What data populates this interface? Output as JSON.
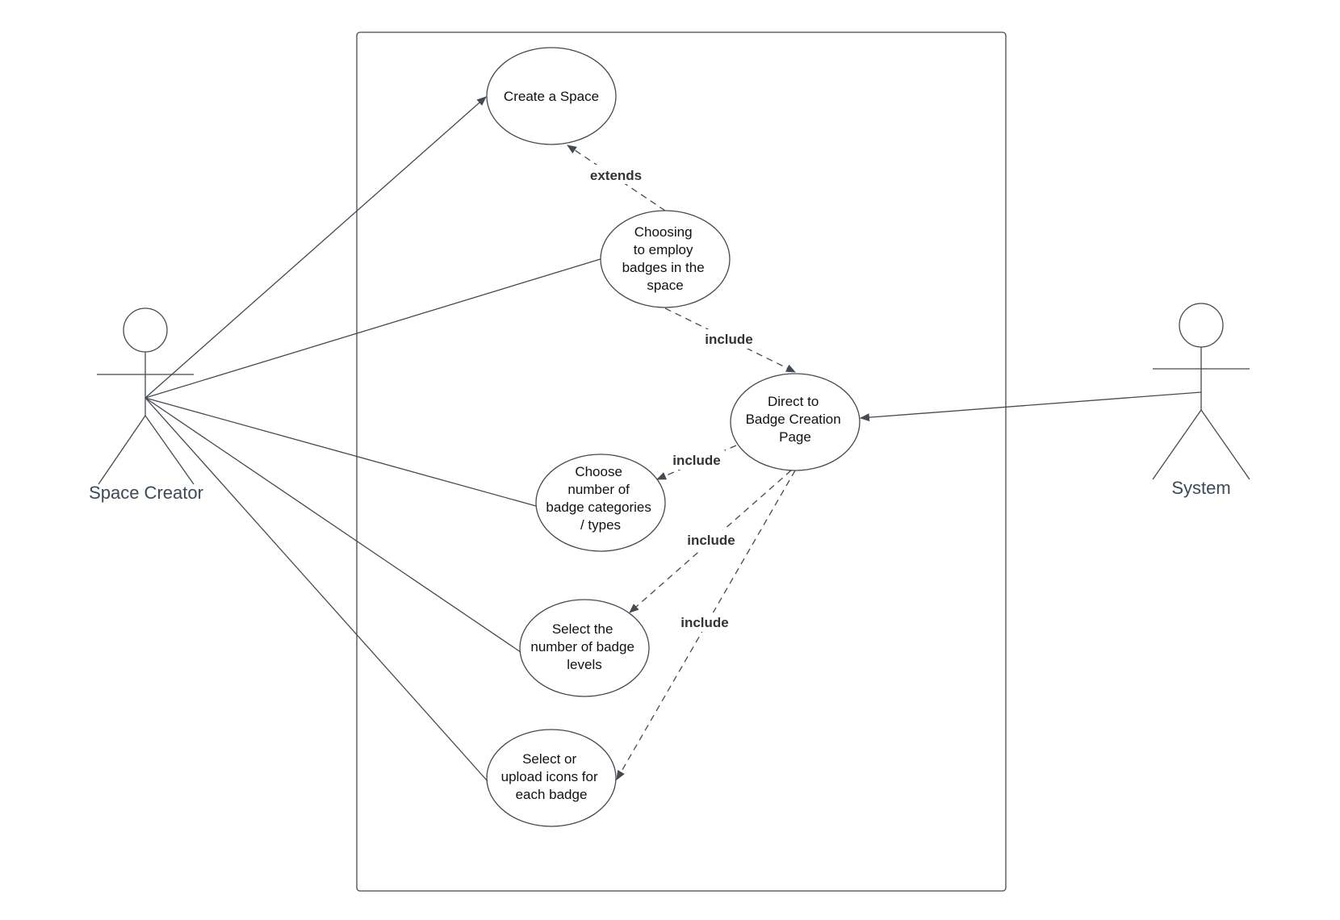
{
  "actors": {
    "space_creator": "Space Creator",
    "system": "System"
  },
  "use_cases": {
    "create_space": [
      "Create a Space"
    ],
    "choosing_badges": [
      "Choosing",
      "to employ",
      "badges in the",
      "space"
    ],
    "direct_badge_page": [
      "Direct to",
      "Badge Creation",
      "Page"
    ],
    "choose_categories": [
      "Choose",
      "number of",
      "badge categories",
      "/ types"
    ],
    "select_levels": [
      "Select the",
      "number of badge",
      "levels"
    ],
    "select_icons": [
      "Select or",
      "upload icons for",
      "each badge"
    ]
  },
  "relations": {
    "extends": "extends",
    "include_direct": "include",
    "include_categories": "include",
    "include_levels": "include",
    "include_icons": "include"
  },
  "colors": {
    "line": "#444a52",
    "actor_label": "#3b4a5a",
    "relation_label": "#333333"
  }
}
